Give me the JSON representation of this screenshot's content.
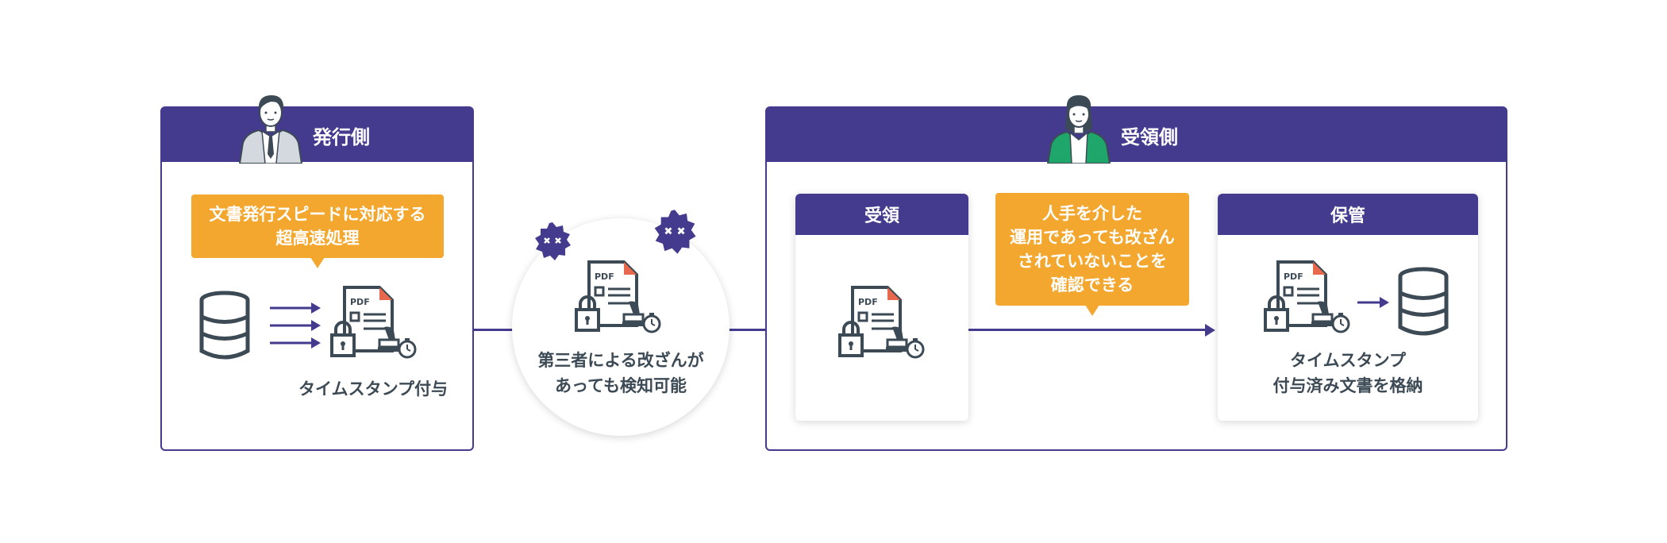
{
  "issuer": {
    "title": "発行側",
    "bubble_line1": "文書発行スピードに対応する",
    "bubble_line2": "超高速処理",
    "caption": "タイムスタンプ付与"
  },
  "middle": {
    "caption_line1": "第三者による改ざんが",
    "caption_line2": "あっても検知可能"
  },
  "receiver": {
    "title": "受領側",
    "receive_card": {
      "title": "受領"
    },
    "bubble_line1": "人手を介した",
    "bubble_line2": "運用であっても改ざん",
    "bubble_line3": "されていないことを",
    "bubble_line4": "確認できる",
    "storage_card": {
      "title": "保管",
      "caption_line1": "タイムスタンプ",
      "caption_line2": "付与済み文書を格納"
    }
  },
  "doc_icon_label": "PDF",
  "colors": {
    "primary": "#443b8f",
    "accent": "#f3a72f",
    "icon": "#3c4a55",
    "pdf_corner": "#e8684d",
    "female_jacket": "#1fa66b"
  }
}
